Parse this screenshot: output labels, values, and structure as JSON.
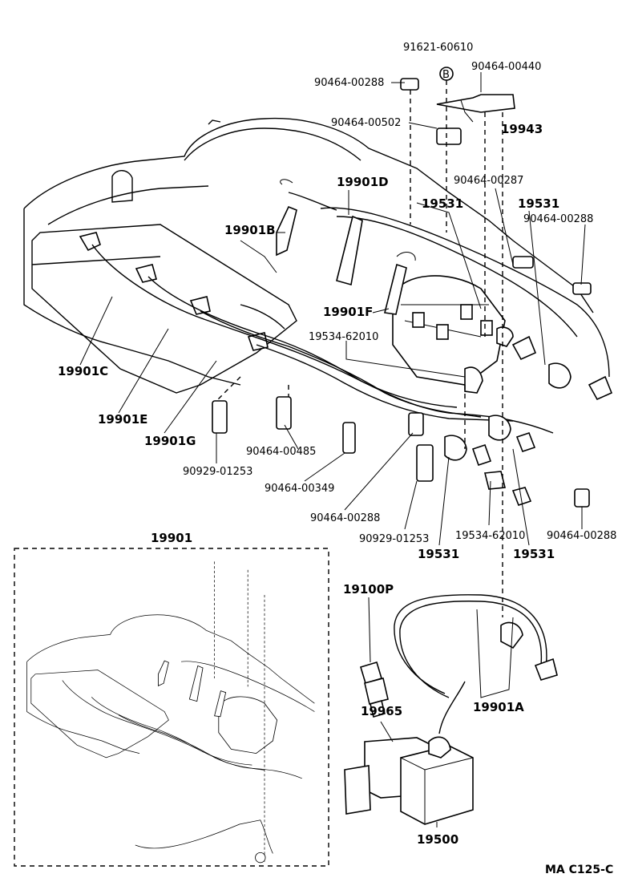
{
  "labels": {
    "p91621_60610": "91621-60610",
    "b_marker": "B",
    "p90464_00440": "90464-00440",
    "p90464_00288_top": "90464-00288",
    "p90464_00502": "90464-00502",
    "p19943": "19943",
    "p90464_00287": "90464-00287",
    "p19901D": "19901D",
    "p19531_a": "19531",
    "p19531_b": "19531",
    "p90464_00288_right": "90464-00288",
    "p19901B": "19901B",
    "p19901F": "19901F",
    "p19534_62010_top": "19534-62010",
    "p19901C": "19901C",
    "p19901E": "19901E",
    "p19901G": "19901G",
    "p90464_00485": "90464-00485",
    "p90929_01253_left": "90929-01253",
    "p90464_00349": "90464-00349",
    "p90464_00288_mid": "90464-00288",
    "p90929_01253_mid": "90929-01253",
    "p19534_62010_bot": "19534-62010",
    "p90464_00288_br": "90464-00288",
    "p19531_c": "19531",
    "p19531_d": "19531",
    "p19901": "19901",
    "p19100P": "19100P",
    "p19901A": "19901A",
    "p19965": "19965",
    "p19500": "19500",
    "diagram_code": "MA C125-C"
  }
}
